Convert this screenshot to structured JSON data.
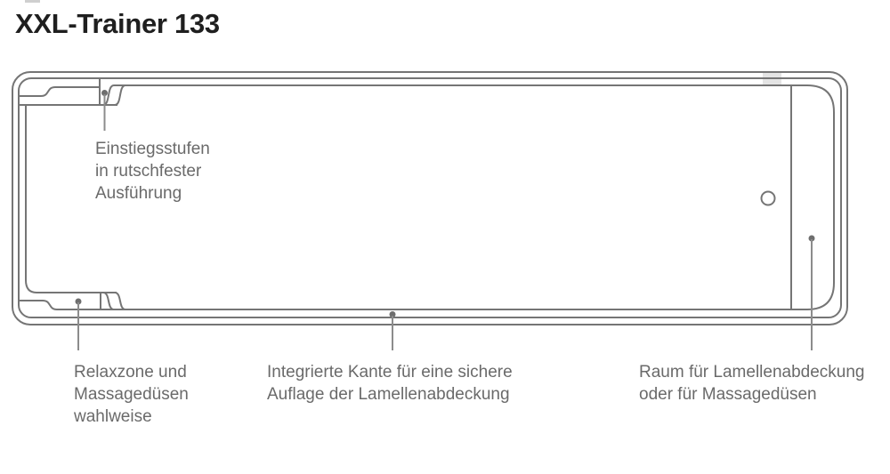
{
  "page": {
    "title": "XXL-Trainer 133"
  },
  "labels": {
    "steps": "Einstiegsstufen\nin rutschfester\nAusführung",
    "relax": "Relaxzone und\nMassagedüsen\nwahlweise",
    "edge": "Integrierte Kante für eine sichere\nAuflage der Lamellenabdeckung",
    "cover": "Raum für Lamellenabdeckung\noder für Massagedüsen"
  },
  "colors": {
    "title": "#1f1f1f",
    "text": "#6a6a6a",
    "outline": "#757575",
    "leader": "#8c8c8c",
    "dot": "#6e6e6e",
    "skimmer": "#e4e4e4"
  }
}
